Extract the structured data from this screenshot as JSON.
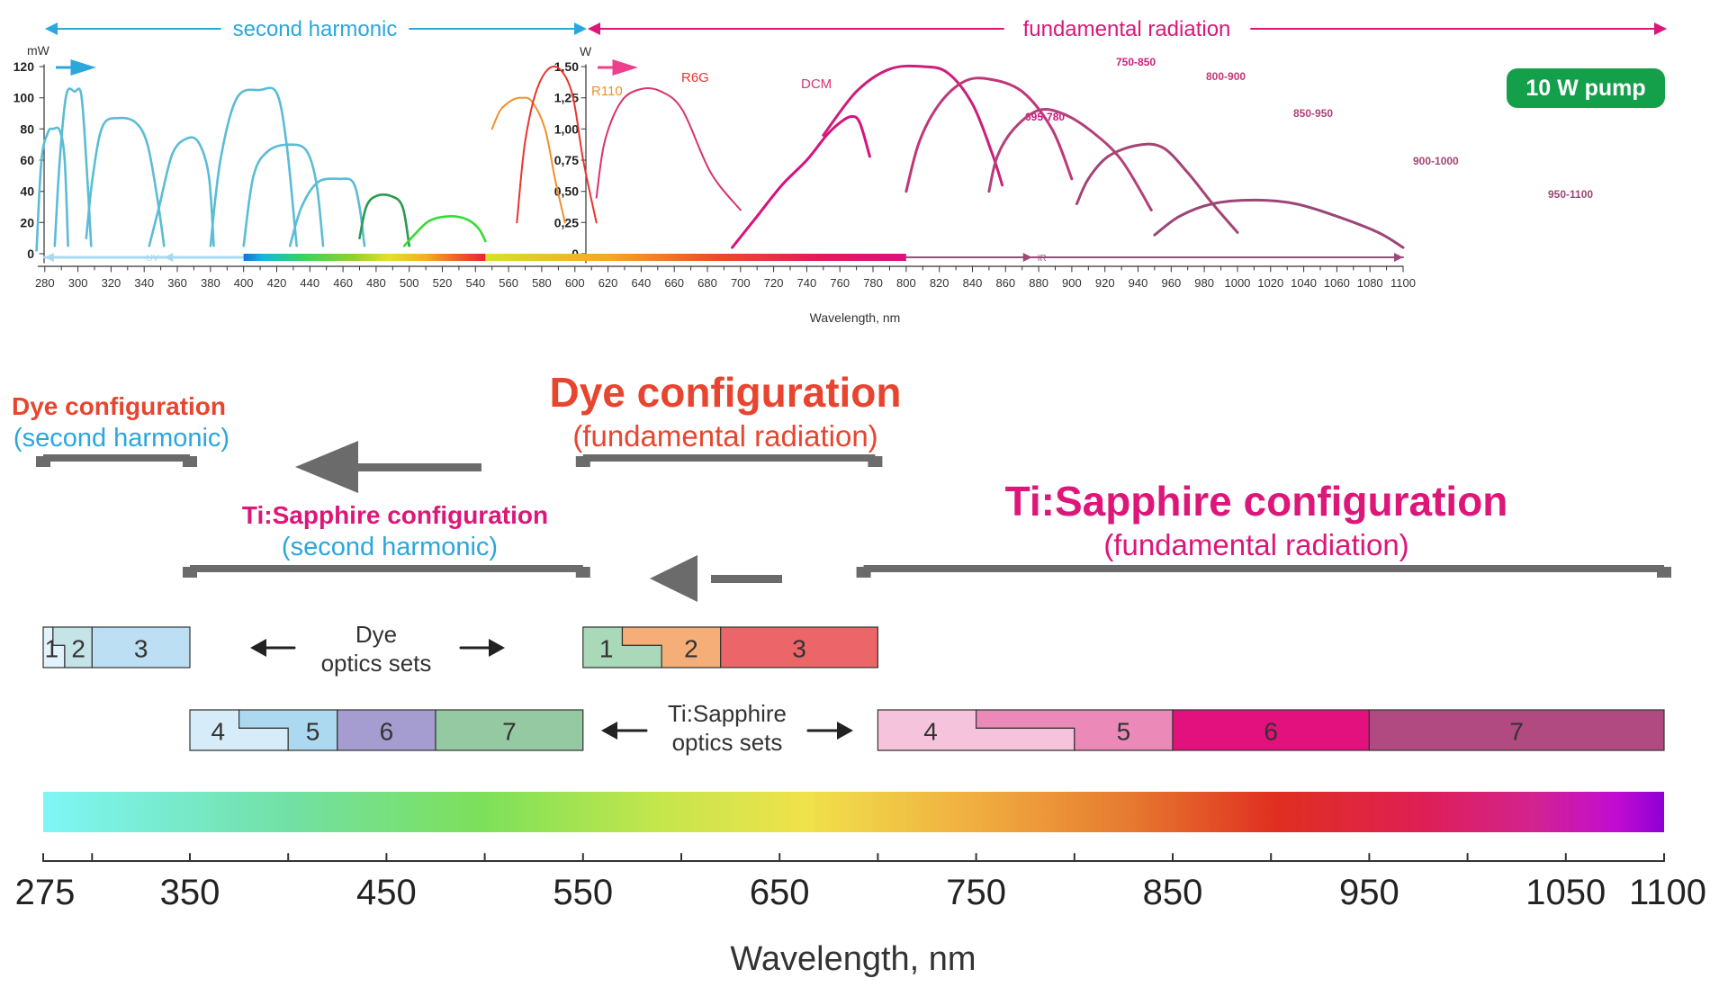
{
  "chart_data": [
    {
      "type": "line",
      "panel": "second-harmonic",
      "banner": "second harmonic",
      "y_unit": "mW",
      "ylim": [
        0,
        120
      ],
      "y_ticks": [
        "0",
        "20",
        "40",
        "60",
        "80",
        "100",
        "120"
      ],
      "series": [
        {
          "color": "#5bbcd6",
          "x": [
            275,
            278,
            282,
            285,
            289,
            292,
            294
          ],
          "y": [
            2,
            60,
            78,
            80,
            79,
            60,
            5
          ]
        },
        {
          "color": "#5bbcd6",
          "x": [
            286,
            289,
            293,
            298,
            302,
            305,
            308
          ],
          "y": [
            5,
            60,
            102,
            104,
            102,
            60,
            5
          ]
        },
        {
          "color": "#5bbcd6",
          "x": [
            305,
            309,
            315,
            325,
            335,
            342,
            348,
            352
          ],
          "y": [
            10,
            50,
            82,
            87,
            84,
            70,
            35,
            5
          ]
        },
        {
          "color": "#5bbcd6",
          "x": [
            343,
            349,
            357,
            366,
            373,
            379,
            382
          ],
          "y": [
            5,
            30,
            64,
            74,
            71,
            50,
            5
          ]
        },
        {
          "color": "#5bbcd6",
          "x": [
            380,
            386,
            396,
            410,
            420,
            426,
            432
          ],
          "y": [
            5,
            60,
            100,
            105,
            103,
            70,
            5
          ]
        },
        {
          "color": "#5bbcd6",
          "x": [
            400,
            406,
            415,
            428,
            438,
            444,
            448
          ],
          "y": [
            5,
            50,
            66,
            70,
            66,
            45,
            5
          ]
        },
        {
          "color": "#5bbcd6",
          "x": [
            428,
            435,
            445,
            458,
            466,
            470,
            473
          ],
          "y": [
            5,
            30,
            46,
            48,
            46,
            30,
            5
          ]
        },
        {
          "color": "#2a9a50",
          "x": [
            470,
            474,
            480,
            489,
            496,
            500
          ],
          "y": [
            10,
            30,
            37,
            37,
            30,
            5
          ]
        },
        {
          "color": "#33dd33",
          "x": [
            497,
            503,
            512,
            524,
            535,
            542,
            546
          ],
          "y": [
            5,
            12,
            21,
            24,
            22,
            16,
            8
          ]
        }
      ],
      "bottom_band": {
        "label": "UV",
        "visible_band_x": [
          400,
          546
        ]
      }
    },
    {
      "type": "line",
      "panel": "fundamental",
      "banner": "fundamental radiation",
      "y_unit": "W",
      "ylim": [
        0,
        1.5
      ],
      "y_ticks": [
        "0",
        "0,25",
        "0,50",
        "0,75",
        "1,00",
        "1,25",
        "1,50"
      ],
      "pump_label": "10 W pump",
      "series": [
        {
          "name": "R110",
          "color": "#f0902a",
          "x": [
            550,
            555,
            562,
            568,
            574,
            582,
            588,
            594
          ],
          "y": [
            1.0,
            1.15,
            1.23,
            1.25,
            1.22,
            1.0,
            0.6,
            0.25
          ]
        },
        {
          "name": "R6G",
          "color": "#e8352e",
          "x": [
            565,
            570,
            578,
            588,
            598,
            605,
            613
          ],
          "y": [
            0.25,
            0.9,
            1.35,
            1.5,
            1.3,
            0.75,
            0.25
          ]
        },
        {
          "name": "DCM",
          "color": "#d9336e",
          "x": [
            613,
            618,
            628,
            640,
            652,
            665,
            682,
            700
          ],
          "y": [
            0.45,
            0.9,
            1.22,
            1.32,
            1.3,
            1.15,
            0.65,
            0.35
          ]
        },
        {
          "name": "695-780",
          "color": "#d8117e",
          "x": [
            695,
            710,
            725,
            740,
            752,
            760,
            767,
            772,
            778
          ],
          "y": [
            0.05,
            0.3,
            0.55,
            0.75,
            0.95,
            1.05,
            1.1,
            1.05,
            0.78
          ]
        },
        {
          "name": "750-850",
          "color": "#cc1e7b",
          "x": [
            750,
            770,
            790,
            810,
            825,
            840,
            852,
            858
          ],
          "y": [
            0.95,
            1.3,
            1.48,
            1.5,
            1.45,
            1.2,
            0.8,
            0.55
          ]
        },
        {
          "name": "800-900",
          "color": "#bf3778",
          "x": [
            800,
            808,
            820,
            835,
            850,
            870,
            888,
            900
          ],
          "y": [
            0.5,
            0.9,
            1.2,
            1.38,
            1.4,
            1.3,
            1.0,
            0.6
          ]
        },
        {
          "name": "850-950",
          "color": "#b24177",
          "x": [
            850,
            855,
            865,
            880,
            895,
            912,
            930,
            948
          ],
          "y": [
            0.5,
            0.78,
            1.0,
            1.15,
            1.12,
            0.98,
            0.75,
            0.35
          ]
        },
        {
          "name": "900-1000",
          "color": "#a54475",
          "x": [
            903,
            910,
            922,
            940,
            955,
            970,
            985,
            1000
          ],
          "y": [
            0.4,
            0.6,
            0.78,
            0.87,
            0.85,
            0.65,
            0.4,
            0.17
          ]
        },
        {
          "name": "950-1100",
          "color": "#9a4676",
          "x": [
            950,
            965,
            985,
            1010,
            1035,
            1060,
            1085,
            1100
          ],
          "y": [
            0.15,
            0.3,
            0.4,
            0.43,
            0.4,
            0.3,
            0.17,
            0.05
          ]
        }
      ],
      "bottom_band": {
        "label": "IR",
        "color_band_x": [
          546,
          800
        ]
      }
    }
  ],
  "top_axis": {
    "label": "Wavelength, nm",
    "ticks": [
      "280",
      "300",
      "320",
      "340",
      "360",
      "380",
      "400",
      "420",
      "440",
      "460",
      "480",
      "500",
      "520",
      "540",
      "560",
      "580",
      "600",
      "620",
      "640",
      "660",
      "680",
      "700",
      "720",
      "740",
      "760",
      "780",
      "800",
      "820",
      "840",
      "860",
      "880",
      "900",
      "920",
      "940",
      "960",
      "980",
      "1000",
      "1020",
      "1040",
      "1060",
      "1080",
      "1100"
    ]
  },
  "diagram": {
    "ranges": [
      {
        "title": "Dye configuration",
        "subtitle": "(second harmonic)",
        "x": [
          275,
          350
        ],
        "title_color": "#e84530",
        "subtitle_color": "#2aa7dd"
      },
      {
        "title": "Dye configuration",
        "subtitle": "(fundamental radiation)",
        "x": [
          550,
          700
        ],
        "title_color": "#e84530",
        "subtitle_color": "#e84530"
      },
      {
        "title": "Ti:Sapphire configuration",
        "subtitle": "(second harmonic)",
        "x": [
          350,
          550
        ],
        "title_color": "#dd1679",
        "subtitle_color": "#2aa7dd"
      },
      {
        "title": "Ti:Sapphire configuration",
        "subtitle": "(fundamental radiation)",
        "x": [
          690,
          1100
        ],
        "title_color": "#dd1679",
        "subtitle_color": "#dd1679"
      }
    ],
    "optics_labels": {
      "dye": [
        "Dye",
        "optics sets"
      ],
      "tisapphire": [
        "Ti:Sapphire",
        "optics sets"
      ]
    },
    "dye_sets_sh": [
      {
        "label": "1",
        "x": [
          275,
          286
        ],
        "color": "#e3f3fb"
      },
      {
        "label": "2",
        "x": [
          280,
          300
        ],
        "color": "#c5e4e8"
      },
      {
        "label": "3",
        "x": [
          300,
          350
        ],
        "color": "#bcdff3"
      }
    ],
    "dye_sets_fund": [
      {
        "label": "1",
        "x": [
          550,
          590
        ],
        "color": "#a9d9b8"
      },
      {
        "label": "2",
        "x": [
          570,
          620
        ],
        "color": "#f5ae78"
      },
      {
        "label": "3",
        "x": [
          620,
          700
        ],
        "color": "#ec6568"
      }
    ],
    "ti_sets_sh": [
      {
        "label": "4",
        "x": [
          350,
          400
        ],
        "color": "#d6ecf8"
      },
      {
        "label": "5",
        "x": [
          375,
          425
        ],
        "color": "#acd8f0"
      },
      {
        "label": "6",
        "x": [
          425,
          475
        ],
        "color": "#a59dcf"
      },
      {
        "label": "7",
        "x": [
          475,
          550
        ],
        "color": "#94c9a2"
      }
    ],
    "ti_sets_fund": [
      {
        "label": "4",
        "x": [
          700,
          800
        ],
        "color": "#f6c3dc"
      },
      {
        "label": "5",
        "x": [
          750,
          850
        ],
        "color": "#eb8ab8"
      },
      {
        "label": "6",
        "x": [
          850,
          950
        ],
        "color": "#e3117d"
      },
      {
        "label": "7",
        "x": [
          950,
          1100
        ],
        "color": "#b04a80"
      }
    ]
  },
  "bottom_axis": {
    "label": "Wavelength, nm",
    "ticks": [
      "275",
      "350",
      "450",
      "550",
      "650",
      "750",
      "850",
      "950",
      "1050",
      "1100"
    ]
  }
}
